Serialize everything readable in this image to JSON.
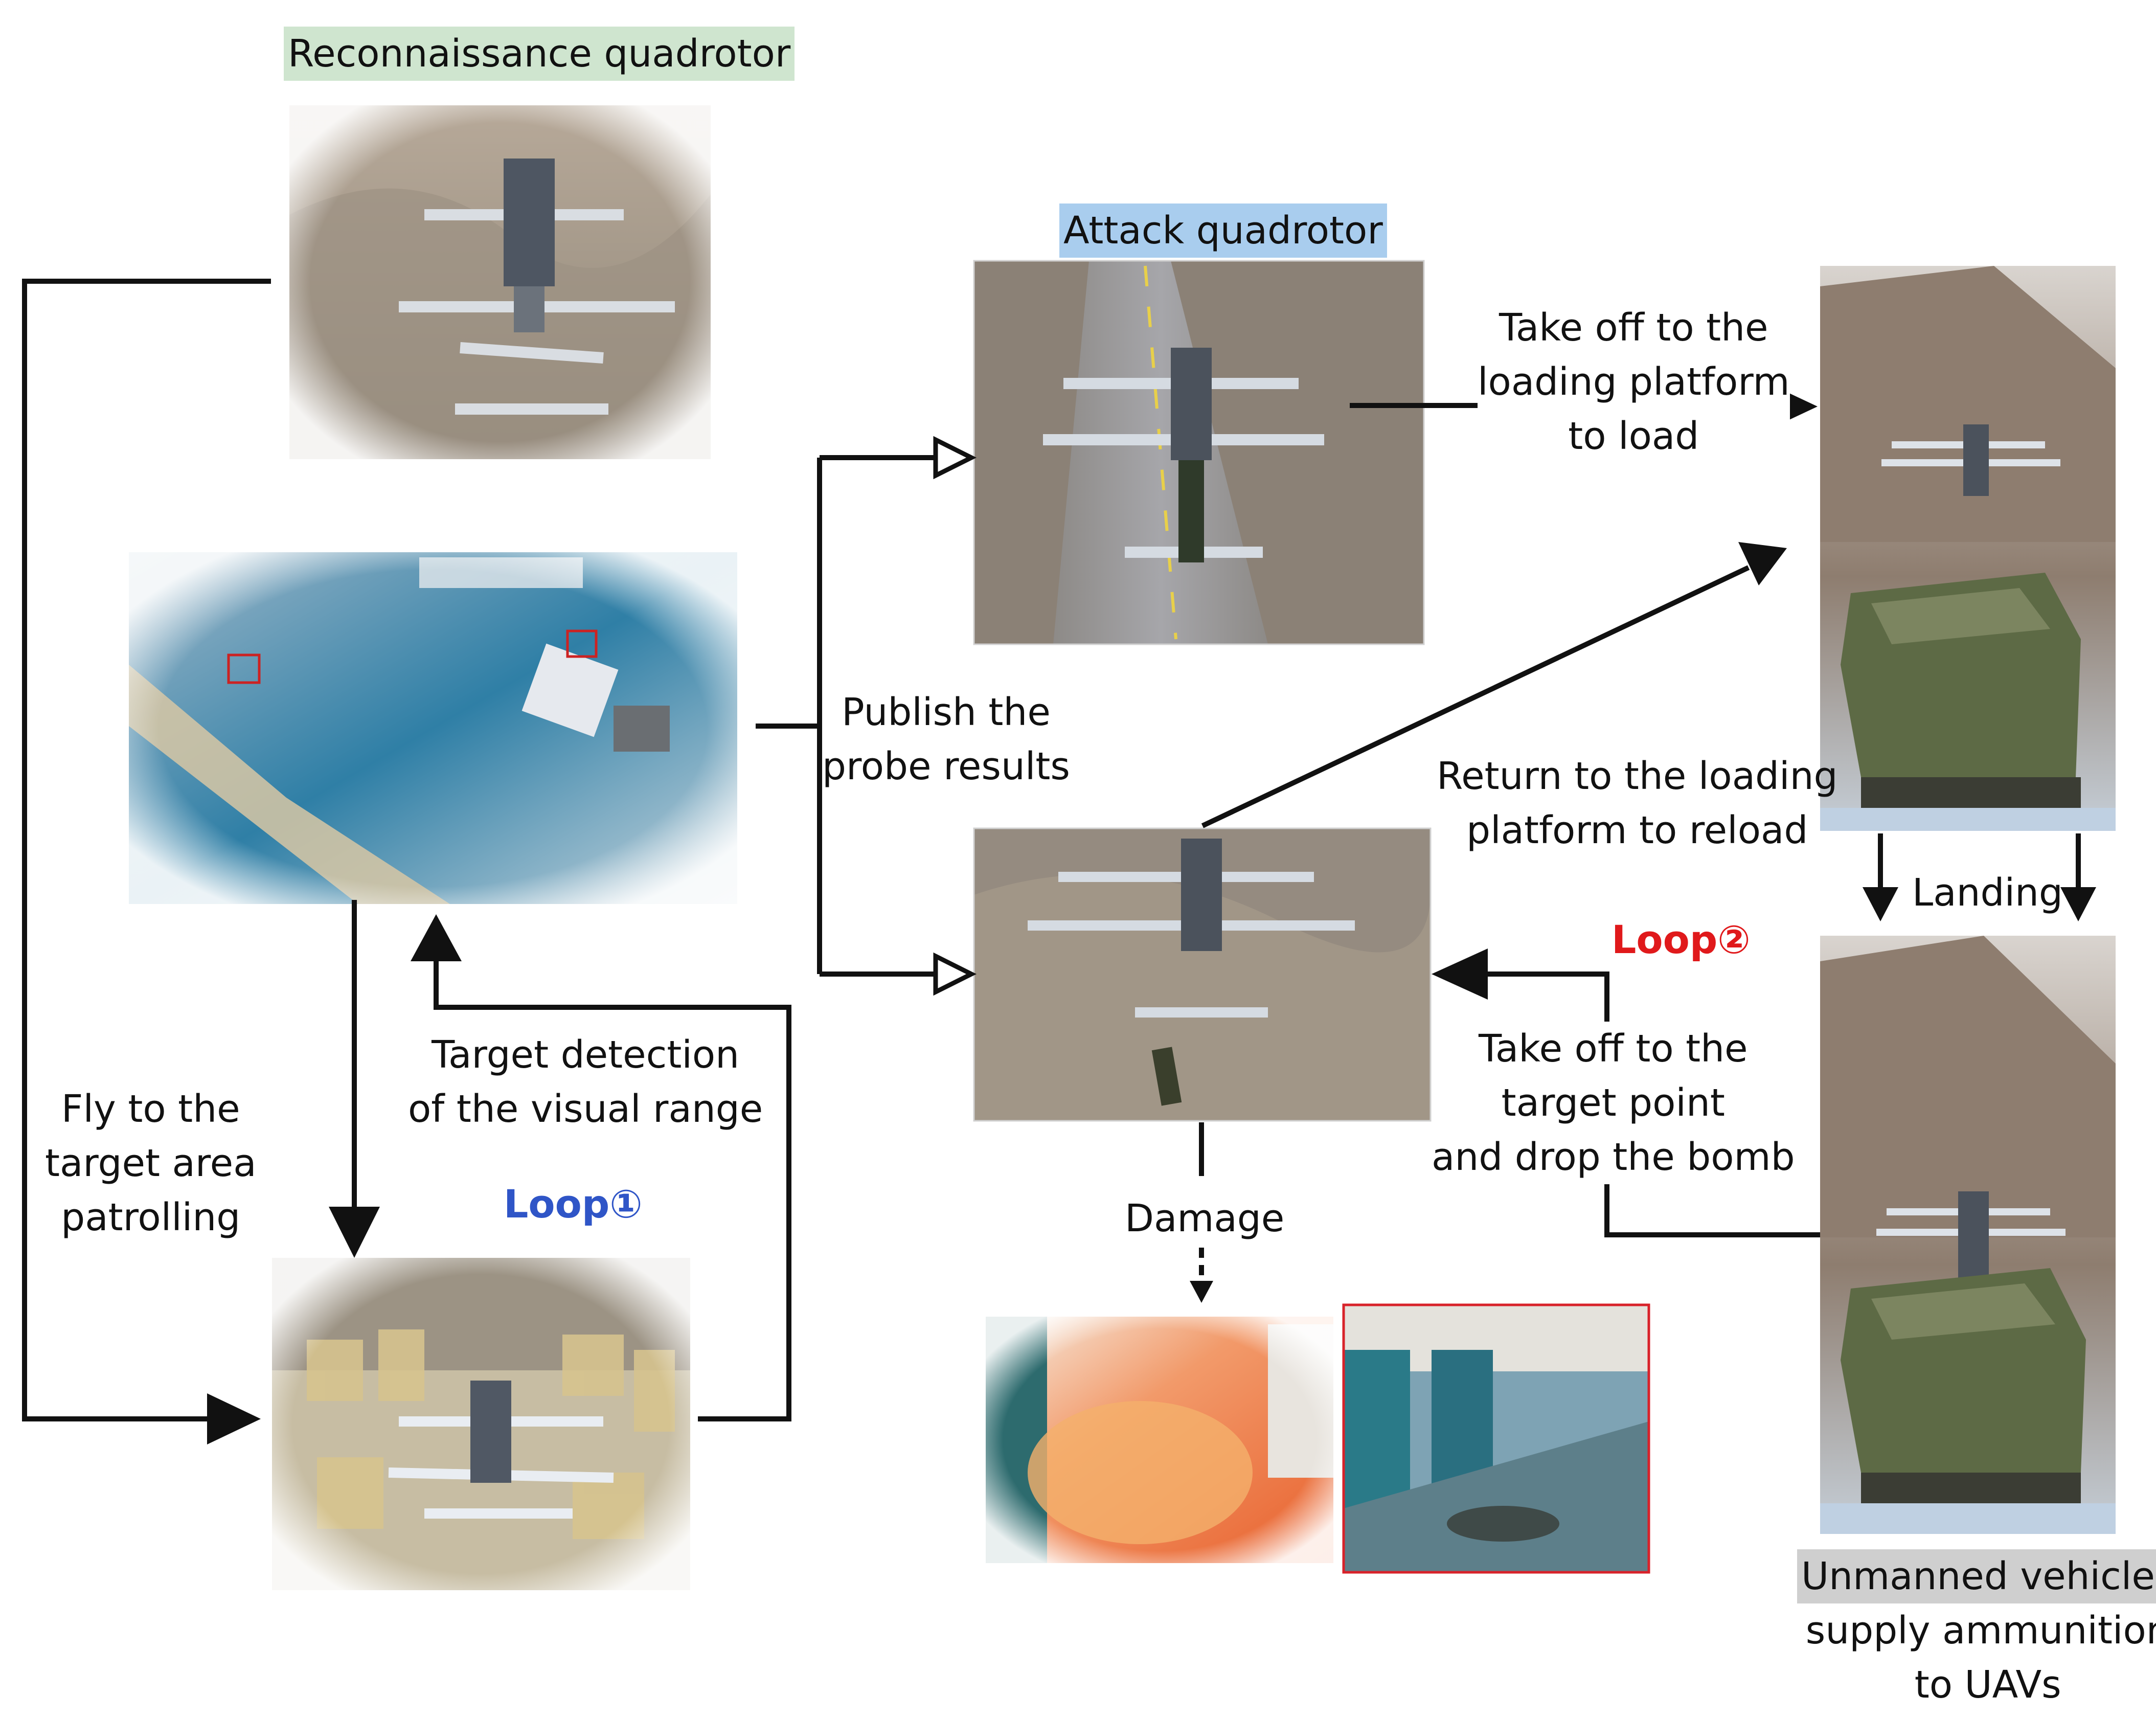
{
  "labels": {
    "recon": "Reconnaissance quadrotor",
    "attack": "Attack quadrotor",
    "publish": [
      "Publish the",
      "probe results"
    ],
    "takeoff_load": [
      "Take off to the",
      "loading platform",
      "to load"
    ],
    "return_reload": [
      "Return to the loading",
      "platform to reload"
    ],
    "landing": "Landing",
    "loop2": "Loop②",
    "takeoff_target": [
      "Take off to the",
      "target point",
      "and drop the bomb"
    ],
    "target_detection": [
      "Target detection",
      "of the visual range"
    ],
    "fly_patrol": [
      "Fly to the",
      "target area",
      "patrolling"
    ],
    "loop1": "Loop①",
    "damage": "Damage",
    "vehicles": [
      "Unmanned vehicles",
      "supply ammunition",
      "to UAVs"
    ]
  },
  "colors": {
    "loop1": "#2f55c7",
    "loop2": "#e0191b",
    "recon_highlight": "#cfe5cf",
    "attack_highlight": "#a9cdee",
    "vehicle_highlight": "#cfcfcf",
    "arrow": "#111111",
    "detection_box": "#cc2222"
  },
  "icons": {
    "recon_photo": "quadrotor-over-mountain",
    "detection_photo": "aerial-detection-view",
    "patrol_photo": "quadrotor-over-town",
    "attack_photo": "quadrotor-over-road",
    "drop_photo": "quadrotor-dropping-bomb",
    "explosion_photo": "explosion-fire",
    "casualty_photo": "target-down",
    "loading_photo": "quadrotor-above-vehicle",
    "landed_photo": "quadrotor-on-vehicle"
  }
}
